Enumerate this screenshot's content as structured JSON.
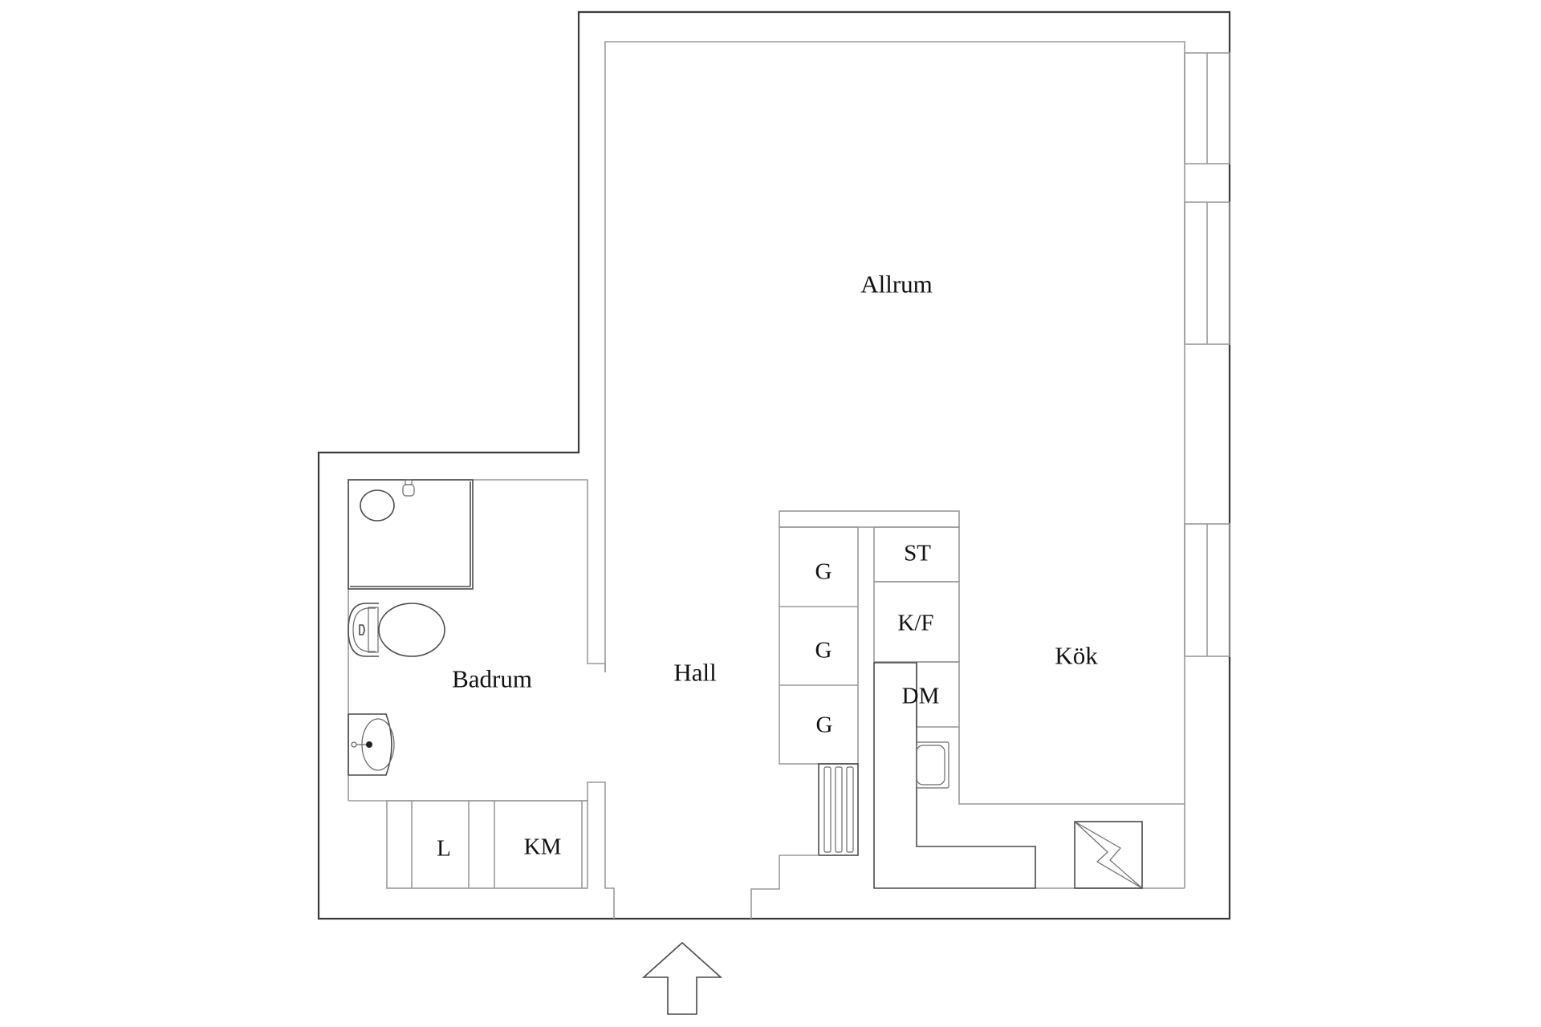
{
  "floorplan": {
    "rooms": {
      "allrum": "Allrum",
      "badrum": "Badrum",
      "hall": "Hall",
      "kok": "Kök"
    },
    "fixtures": {
      "wardrobe_1": "G",
      "wardrobe_2": "G",
      "wardrobe_3": "G",
      "stove": "ST",
      "fridge_freezer": "K/F",
      "dishwasher": "DM",
      "cabinet_l": "L",
      "washing_machine": "KM"
    },
    "icons": {
      "entrance": "entrance-arrow-icon",
      "electrical_cabinet": "electrical-cabinet-icon",
      "radiator": "radiator-icon",
      "shower": "shower-icon",
      "toilet": "toilet-icon",
      "sink": "sink-icon",
      "kitchen_sink": "kitchen-sink-icon"
    },
    "colors": {
      "outer_wall": "#3a3a3a",
      "inner_line": "#9a9a9a",
      "text": "#111111",
      "background": "#ffffff"
    }
  }
}
